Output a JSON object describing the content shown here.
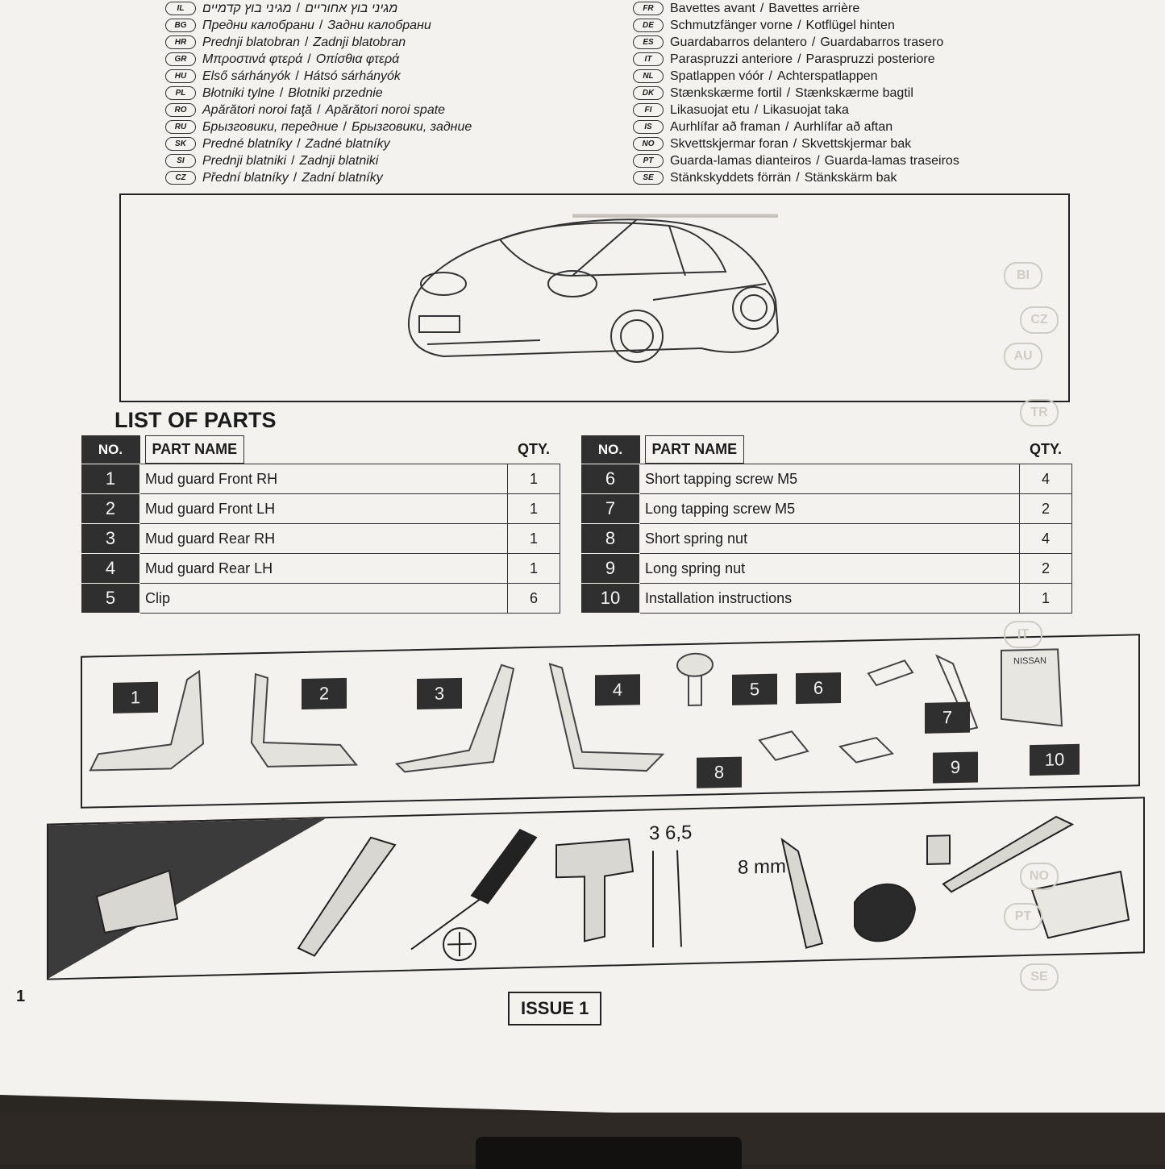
{
  "languages_left": [
    {
      "code": "IL",
      "front": "מגיני בוץ קדמיים",
      "rear": "מגיני בוץ אחוריים"
    },
    {
      "code": "BG",
      "front": "Предни калобрани",
      "rear": "Задни калобрани"
    },
    {
      "code": "HR",
      "front": "Prednji blatobran",
      "rear": "Zadnji blatobran"
    },
    {
      "code": "GR",
      "front": "Μπροστινά φτερά",
      "rear": "Οπίσθια φτερά"
    },
    {
      "code": "HU",
      "front": "Első sárhányók",
      "rear": "Hátsó sárhányók"
    },
    {
      "code": "PL",
      "front": "Błotniki tylne",
      "rear": "Błotniki przednie"
    },
    {
      "code": "RO",
      "front": "Apărători noroi faţă",
      "rear": "Apărători noroi spate"
    },
    {
      "code": "RU",
      "front": "Брызговики, передние",
      "rear": "Брызговики, задние"
    },
    {
      "code": "SK",
      "front": "Predné blatníky",
      "rear": "Zadné blatníky"
    },
    {
      "code": "SI",
      "front": "Prednji blatniki",
      "rear": "Zadnji blatniki"
    },
    {
      "code": "CZ",
      "front": "Přední blatníky",
      "rear": "Zadní blatníky"
    }
  ],
  "languages_right": [
    {
      "code": "FR",
      "front": "Bavettes avant",
      "rear": "Bavettes arrière"
    },
    {
      "code": "DE",
      "front": "Schmutzfänger vorne",
      "rear": "Kotflügel hinten"
    },
    {
      "code": "ES",
      "front": "Guardabarros delantero",
      "rear": "Guardabarros trasero"
    },
    {
      "code": "IT",
      "front": "Paraspruzzi anteriore",
      "rear": "Paraspruzzi posteriore"
    },
    {
      "code": "NL",
      "front": "Spatlappen vóór",
      "rear": "Achterspatlappen"
    },
    {
      "code": "DK",
      "front": "Stænkskærme fortil",
      "rear": "Stænkskærme bagtil"
    },
    {
      "code": "FI",
      "front": "Likasuojat etu",
      "rear": "Likasuojat taka"
    },
    {
      "code": "IS",
      "front": "Aurhlífar að framan",
      "rear": "Aurhlífar að aftan"
    },
    {
      "code": "NO",
      "front": "Skvettskjermar foran",
      "rear": "Skvettskjermar bak"
    },
    {
      "code": "PT",
      "front": "Guarda-lamas dianteiros",
      "rear": "Guarda-lamas traseiros"
    },
    {
      "code": "SE",
      "front": "Stänkskyddets förrän",
      "rear": "Stänkskärm bak"
    }
  ],
  "list_title": "LIST OF PARTS",
  "headers": {
    "no": "NO.",
    "name": "PART NAME",
    "qty": "QTY."
  },
  "parts_left": [
    {
      "no": "1",
      "name": "Mud guard Front RH",
      "qty": "1"
    },
    {
      "no": "2",
      "name": "Mud guard Front LH",
      "qty": "1"
    },
    {
      "no": "3",
      "name": "Mud guard Rear RH",
      "qty": "1"
    },
    {
      "no": "4",
      "name": "Mud guard Rear LH",
      "qty": "1"
    },
    {
      "no": "5",
      "name": "Clip",
      "qty": "6"
    }
  ],
  "parts_right": [
    {
      "no": "6",
      "name": "Short tapping screw M5",
      "qty": "4"
    },
    {
      "no": "7",
      "name": "Long tapping screw M5",
      "qty": "2"
    },
    {
      "no": "8",
      "name": "Short spring nut",
      "qty": "4"
    },
    {
      "no": "9",
      "name": "Long spring nut",
      "qty": "2"
    },
    {
      "no": "10",
      "name": "Installation instructions",
      "qty": "1"
    }
  ],
  "diagram_labels": [
    "1",
    "2",
    "3",
    "4",
    "5",
    "6",
    "7",
    "8",
    "9",
    "10"
  ],
  "booklet_brand": "NISSAN",
  "drill_sizes": "3  6,5",
  "socket_size": "8 mm",
  "page_number": "1",
  "issue": "ISSUE 1",
  "show_through_codes": [
    "BI",
    "CZ",
    "AU",
    "TR",
    "IT",
    "NO",
    "PT",
    "SE"
  ],
  "colors": {
    "paper": "#f3f2ee",
    "ink": "#1b1b1b",
    "tag": "#2f2f2f"
  }
}
